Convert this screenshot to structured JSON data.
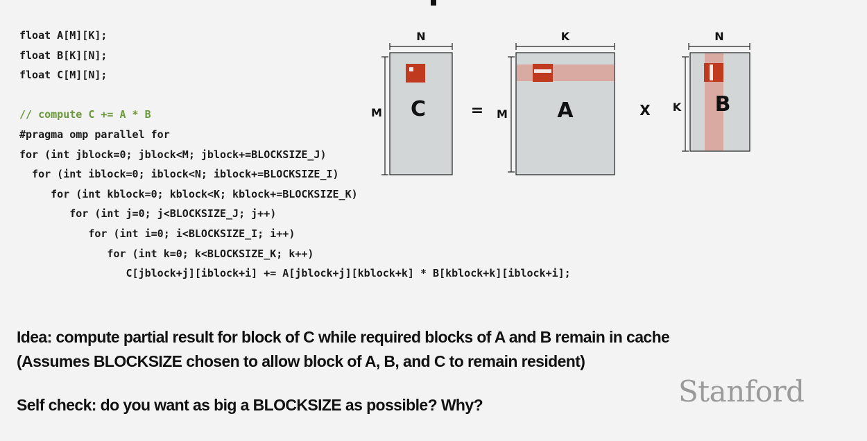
{
  "code": {
    "declarations": [
      "float A[M][K];",
      "float B[K][N];",
      "float C[M][N];"
    ],
    "comment": "// compute C += A * B",
    "loops": [
      {
        "indent": 0,
        "text": "#pragma omp parallel for"
      },
      {
        "indent": 0,
        "text": "for (int jblock=0; jblock<M; jblock+=BLOCKSIZE_J)"
      },
      {
        "indent": 2,
        "text": "for (int iblock=0; iblock<N; iblock+=BLOCKSIZE_I)"
      },
      {
        "indent": 5,
        "text": "for (int kblock=0; kblock<K; kblock+=BLOCKSIZE_K)"
      },
      {
        "indent": 8,
        "text": "for (int j=0; j<BLOCKSIZE_J; j++)"
      },
      {
        "indent": 11,
        "text": "for (int i=0; i<BLOCKSIZE_I; i++)"
      },
      {
        "indent": 14,
        "text": "for (int k=0; k<BLOCKSIZE_K; k++)"
      },
      {
        "indent": 17,
        "text": "C[jblock+j][iblock+i] += A[jblock+j][kblock+k] * B[kblock+k][iblock+i];"
      }
    ]
  },
  "diagram": {
    "matrix_c": {
      "label": "C",
      "width_label": "N",
      "height_label": "M"
    },
    "equals": "=",
    "matrix_a": {
      "label": "A",
      "width_label": "K",
      "height_label": "M"
    },
    "times": "X",
    "matrix_b": {
      "label": "B",
      "width_label": "N",
      "height_label": "K"
    },
    "colors": {
      "matrix_fill": "#d3d6d6",
      "band_fill": "#d9aaa2",
      "block_fill": "#bf3a1e",
      "outline": "#222222"
    }
  },
  "notes": {
    "idea_line1": "Idea: compute partial result for block of C while required blocks of A and B remain in cache",
    "idea_line2": "(Assumes BLOCKSIZE chosen to allow block of A, B, and C to remain resident)",
    "self_check": "Self check: do you want as big a BLOCKSIZE as possible? Why?"
  },
  "logo": "Stanford"
}
